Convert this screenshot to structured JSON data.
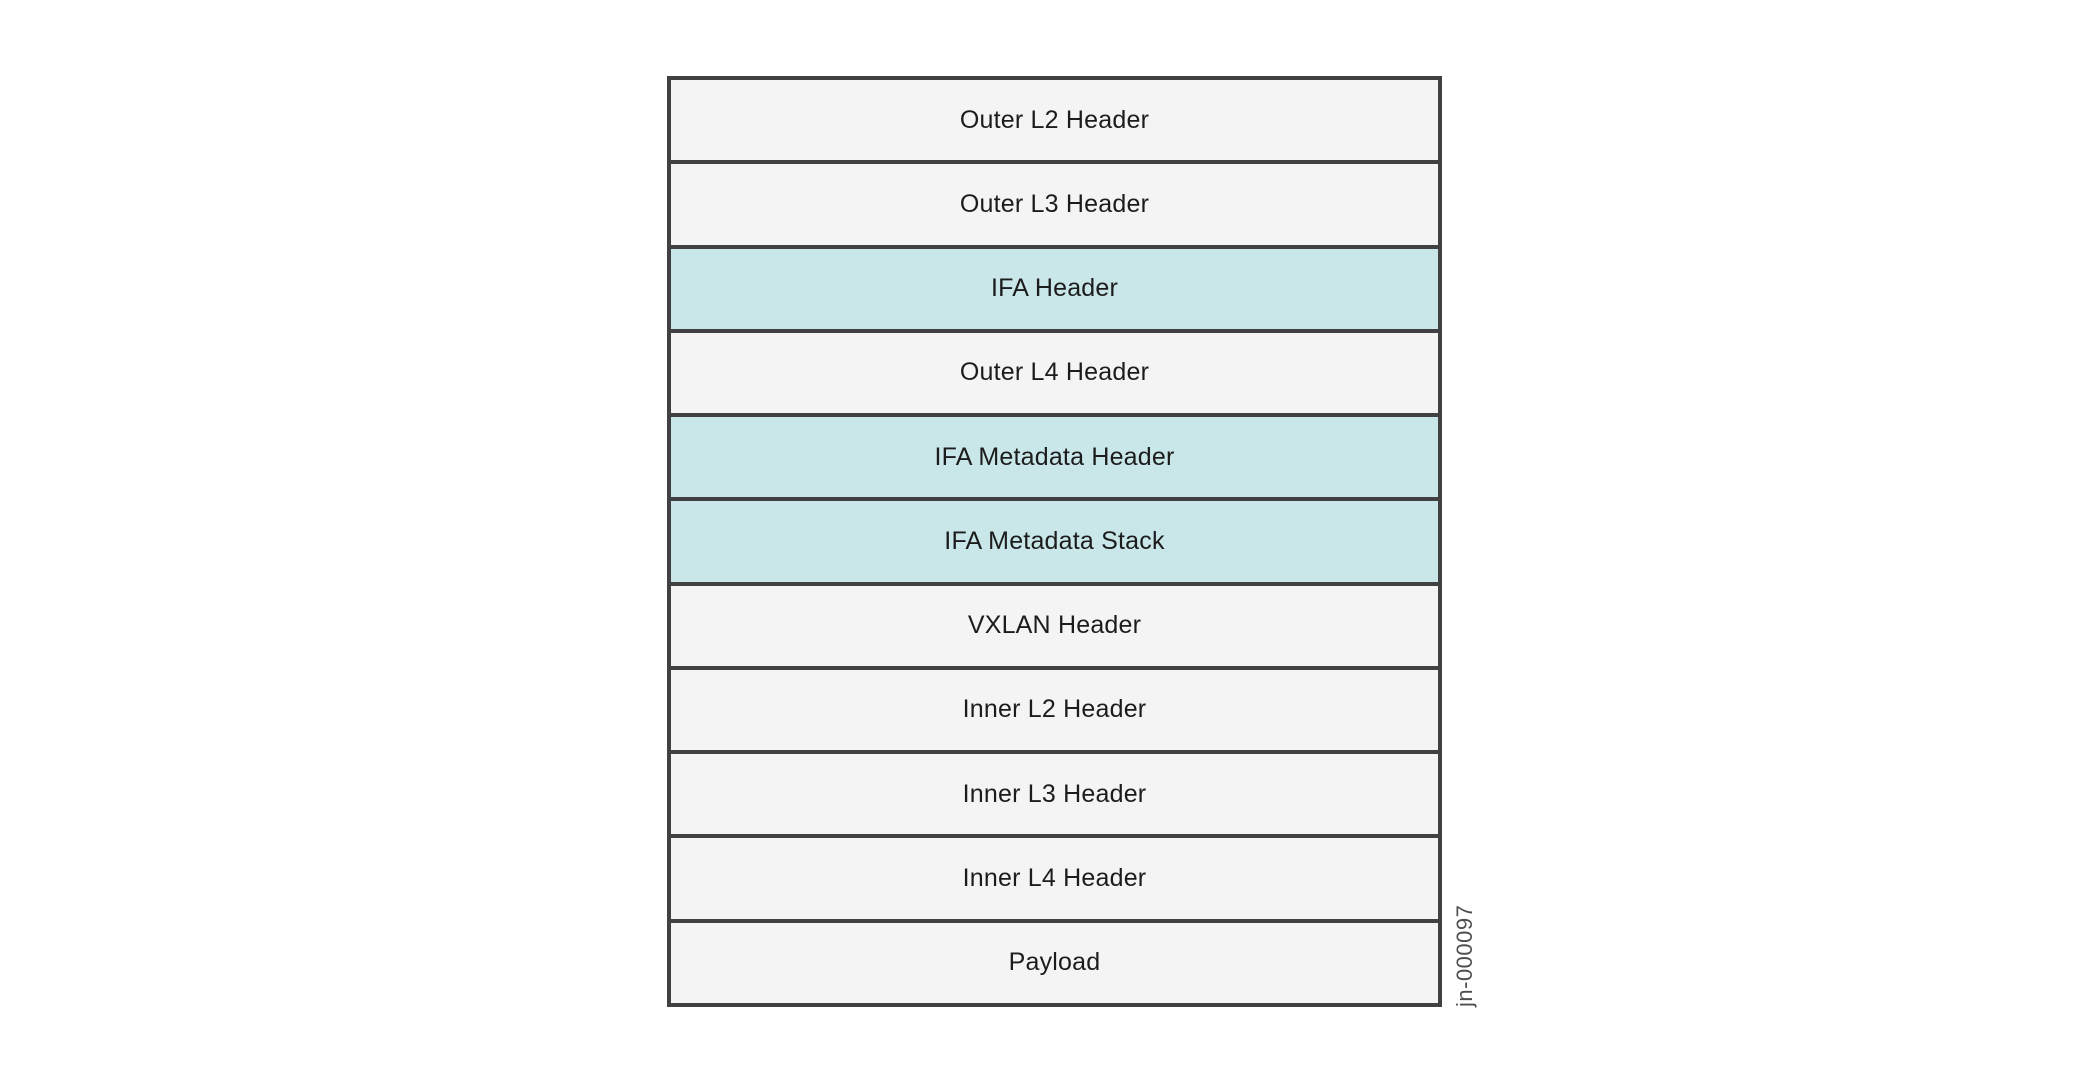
{
  "diagram": {
    "rows": [
      {
        "label": "Outer L2 Header",
        "highlighted": false
      },
      {
        "label": "Outer L3 Header",
        "highlighted": false
      },
      {
        "label": "IFA Header",
        "highlighted": true
      },
      {
        "label": "Outer L4 Header",
        "highlighted": false
      },
      {
        "label": "IFA Metadata Header",
        "highlighted": true
      },
      {
        "label": "IFA Metadata Stack",
        "highlighted": true
      },
      {
        "label": "VXLAN Header",
        "highlighted": false
      },
      {
        "label": "Inner L2 Header",
        "highlighted": false
      },
      {
        "label": "Inner L3 Header",
        "highlighted": false
      },
      {
        "label": "Inner L4 Header",
        "highlighted": false
      },
      {
        "label": "Payload",
        "highlighted": false
      }
    ],
    "figure_id": "jn-000097",
    "colors": {
      "row_fill": "#f4f4f4",
      "highlight_fill": "#c9e6e9",
      "border": "#414042",
      "label_text": "#1c1c1c",
      "figure_id_text": "#4d4e50"
    }
  }
}
